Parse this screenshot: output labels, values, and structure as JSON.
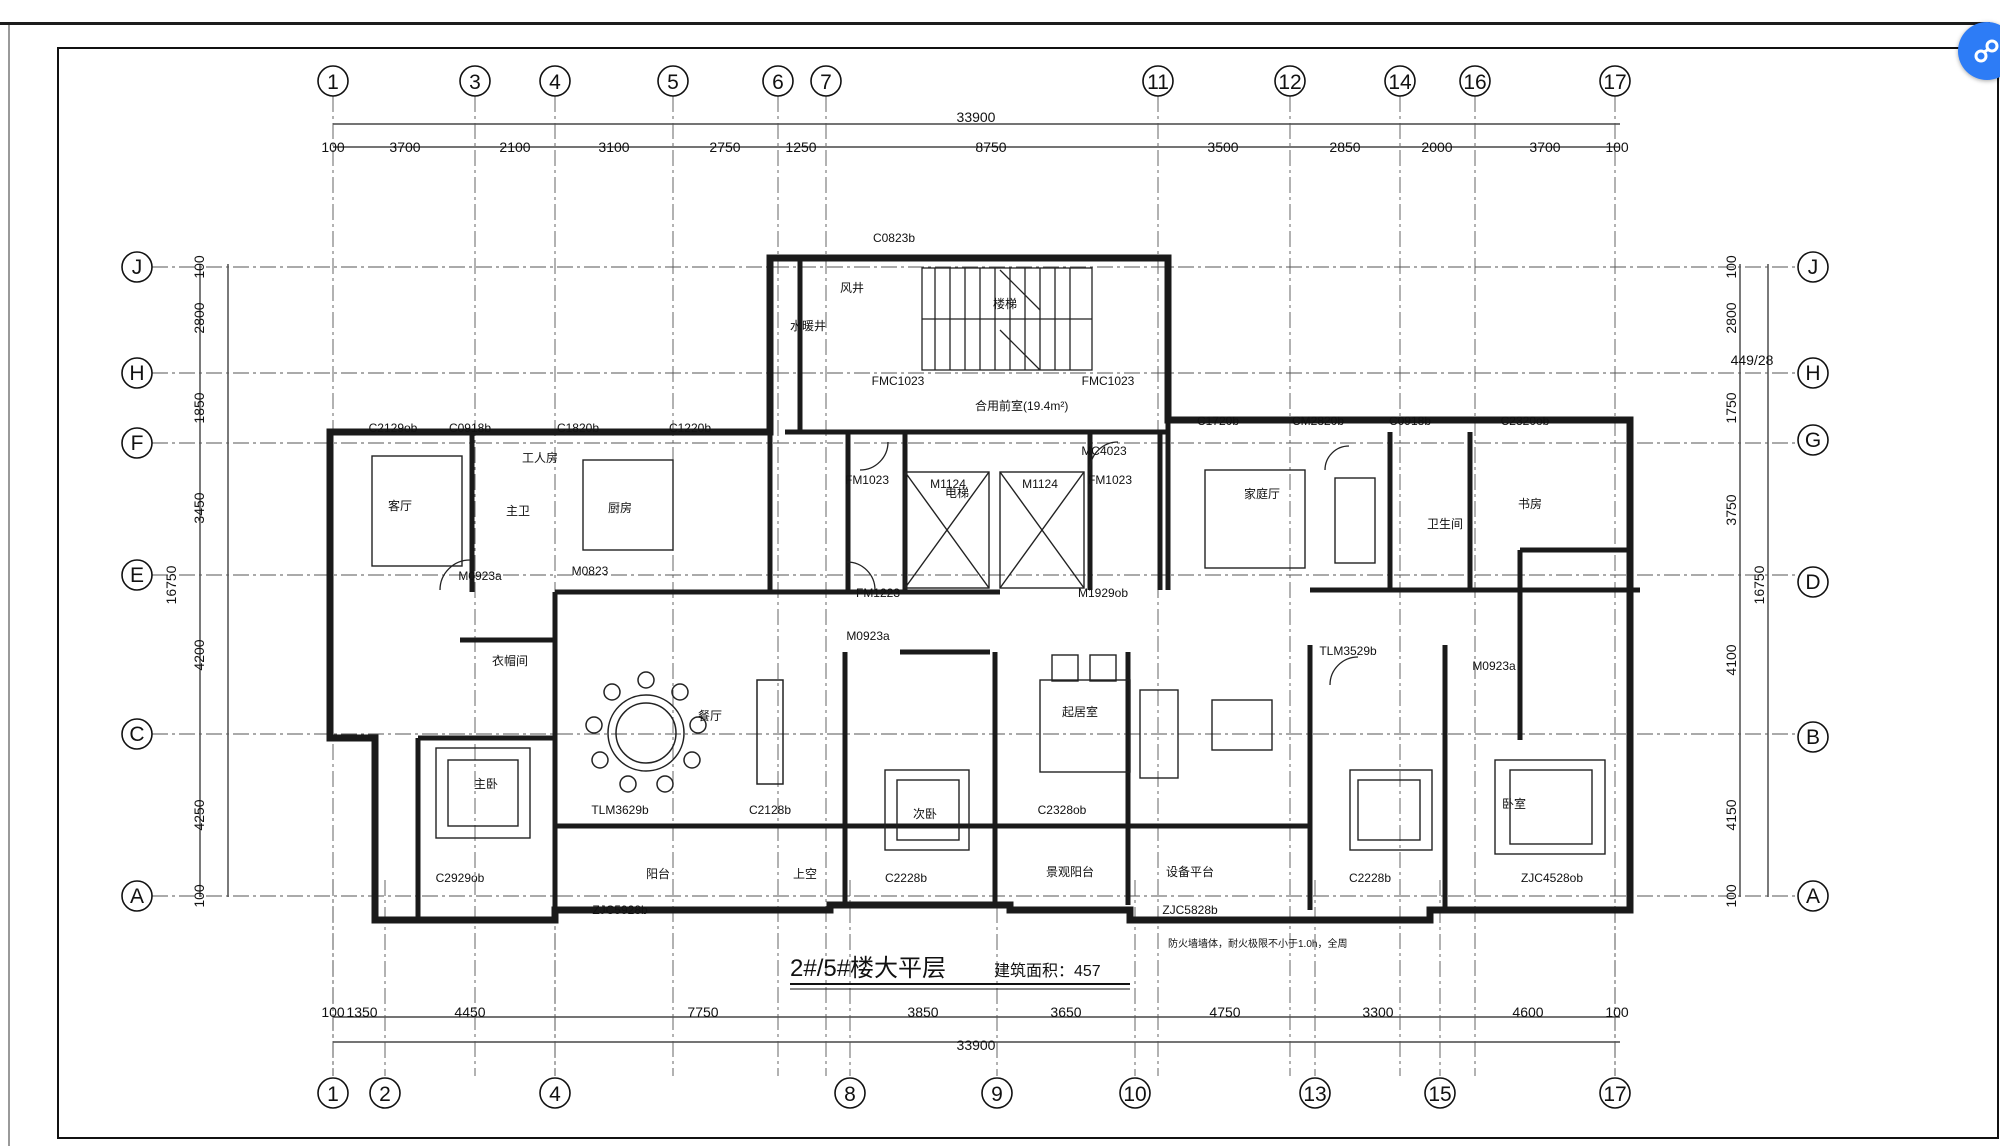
{
  "drawing": {
    "title": "2#/5#楼大平层",
    "area_label": "建筑面积：457",
    "shaft_label": "合用前室(19.4m²)"
  },
  "grid_top": [
    "1",
    "3",
    "4",
    "5",
    "6",
    "7",
    "11",
    "12",
    "14",
    "16",
    "17"
  ],
  "grid_bottom": [
    "1",
    "2",
    "4",
    "8",
    "9",
    "10",
    "13",
    "15",
    "17"
  ],
  "grid_left": [
    "J",
    "H",
    "F",
    "E",
    "C",
    "A"
  ],
  "grid_right": [
    "J",
    "H",
    "G",
    "D",
    "B",
    "A"
  ],
  "dims": {
    "top_total": "33900",
    "top_segments": [
      "100",
      "3700",
      "2100",
      "3100",
      "2750",
      "1250",
      "8750",
      "3500",
      "2850",
      "2000",
      "3700",
      "100"
    ],
    "bottom_total": "33900",
    "bottom_segments": [
      "100",
      "1350",
      "4450",
      "7750",
      "3850",
      "3650",
      "4750",
      "3300",
      "4600",
      "100"
    ],
    "left_total": "16750",
    "left_segments": [
      "100",
      "2800",
      "1850",
      "3450",
      "4200",
      "4250",
      "100"
    ],
    "right_total": "16750",
    "right_segments": [
      "100",
      "2800",
      "449/28",
      "1750",
      "3750",
      "4100",
      "4150",
      "100"
    ]
  },
  "rooms": [
    "客厅",
    "主卫",
    "主卧",
    "次卧",
    "卧室",
    "餐厅",
    "厨房",
    "起居室",
    "阳台",
    "电梯",
    "楼梯",
    "家庭厅",
    "衣帽间",
    "景观阳台",
    "卫生间",
    "设备平台",
    "工人房",
    "上空",
    "水暖井",
    "风井",
    "书房"
  ],
  "codes": [
    "C2129ob",
    "C0918b",
    "C1820b",
    "C1220b",
    "C0823b",
    "C1720b",
    "CM2820b",
    "C0918b",
    "C2320ob",
    "FMC1023",
    "FMC1023",
    "FM1023",
    "FM1023",
    "FM1223",
    "M1929ob",
    "M0823",
    "M0923a",
    "M0923a",
    "TLM3529b",
    "TLM3629b",
    "C2128b",
    "C2328ob",
    "C2929ob",
    "C2228b",
    "C2228b",
    "ZJC4528ob",
    "ZJC5928b",
    "ZJC5828b",
    "M0923a",
    "M1124",
    "M1124",
    "MC4023"
  ],
  "note": "防火墙墙体，耐火极限不小于1.0h，全周",
  "colors": {
    "ink": "#111111",
    "wall": "#1a1a1a",
    "accent": "#2d7cf6"
  }
}
